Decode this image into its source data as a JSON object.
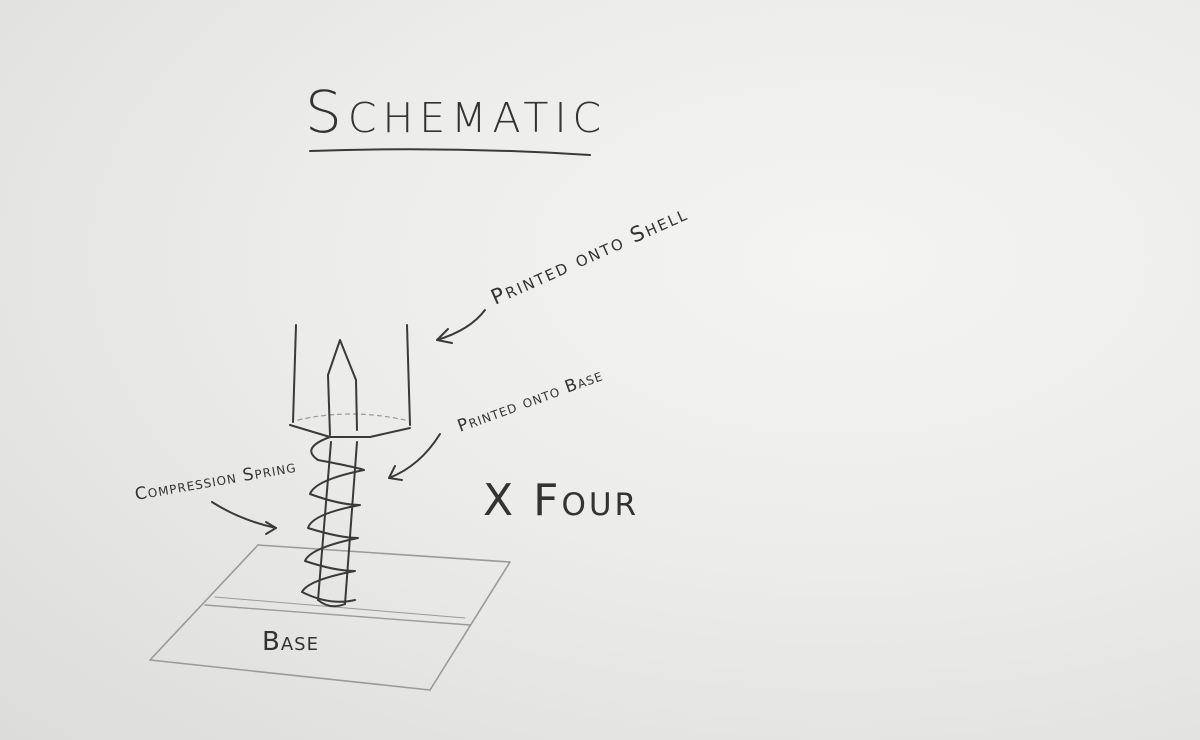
{
  "title": "Schematic",
  "labels": {
    "shell": "Printed onto Shell",
    "base_pin": "Printed onto Base",
    "spring": "Compression Spring",
    "base": "Base",
    "multiplier": "X Four"
  },
  "colors": {
    "ink": "#3a3a3a",
    "pencil": "#9a9a9a",
    "paper": "#ececea"
  }
}
